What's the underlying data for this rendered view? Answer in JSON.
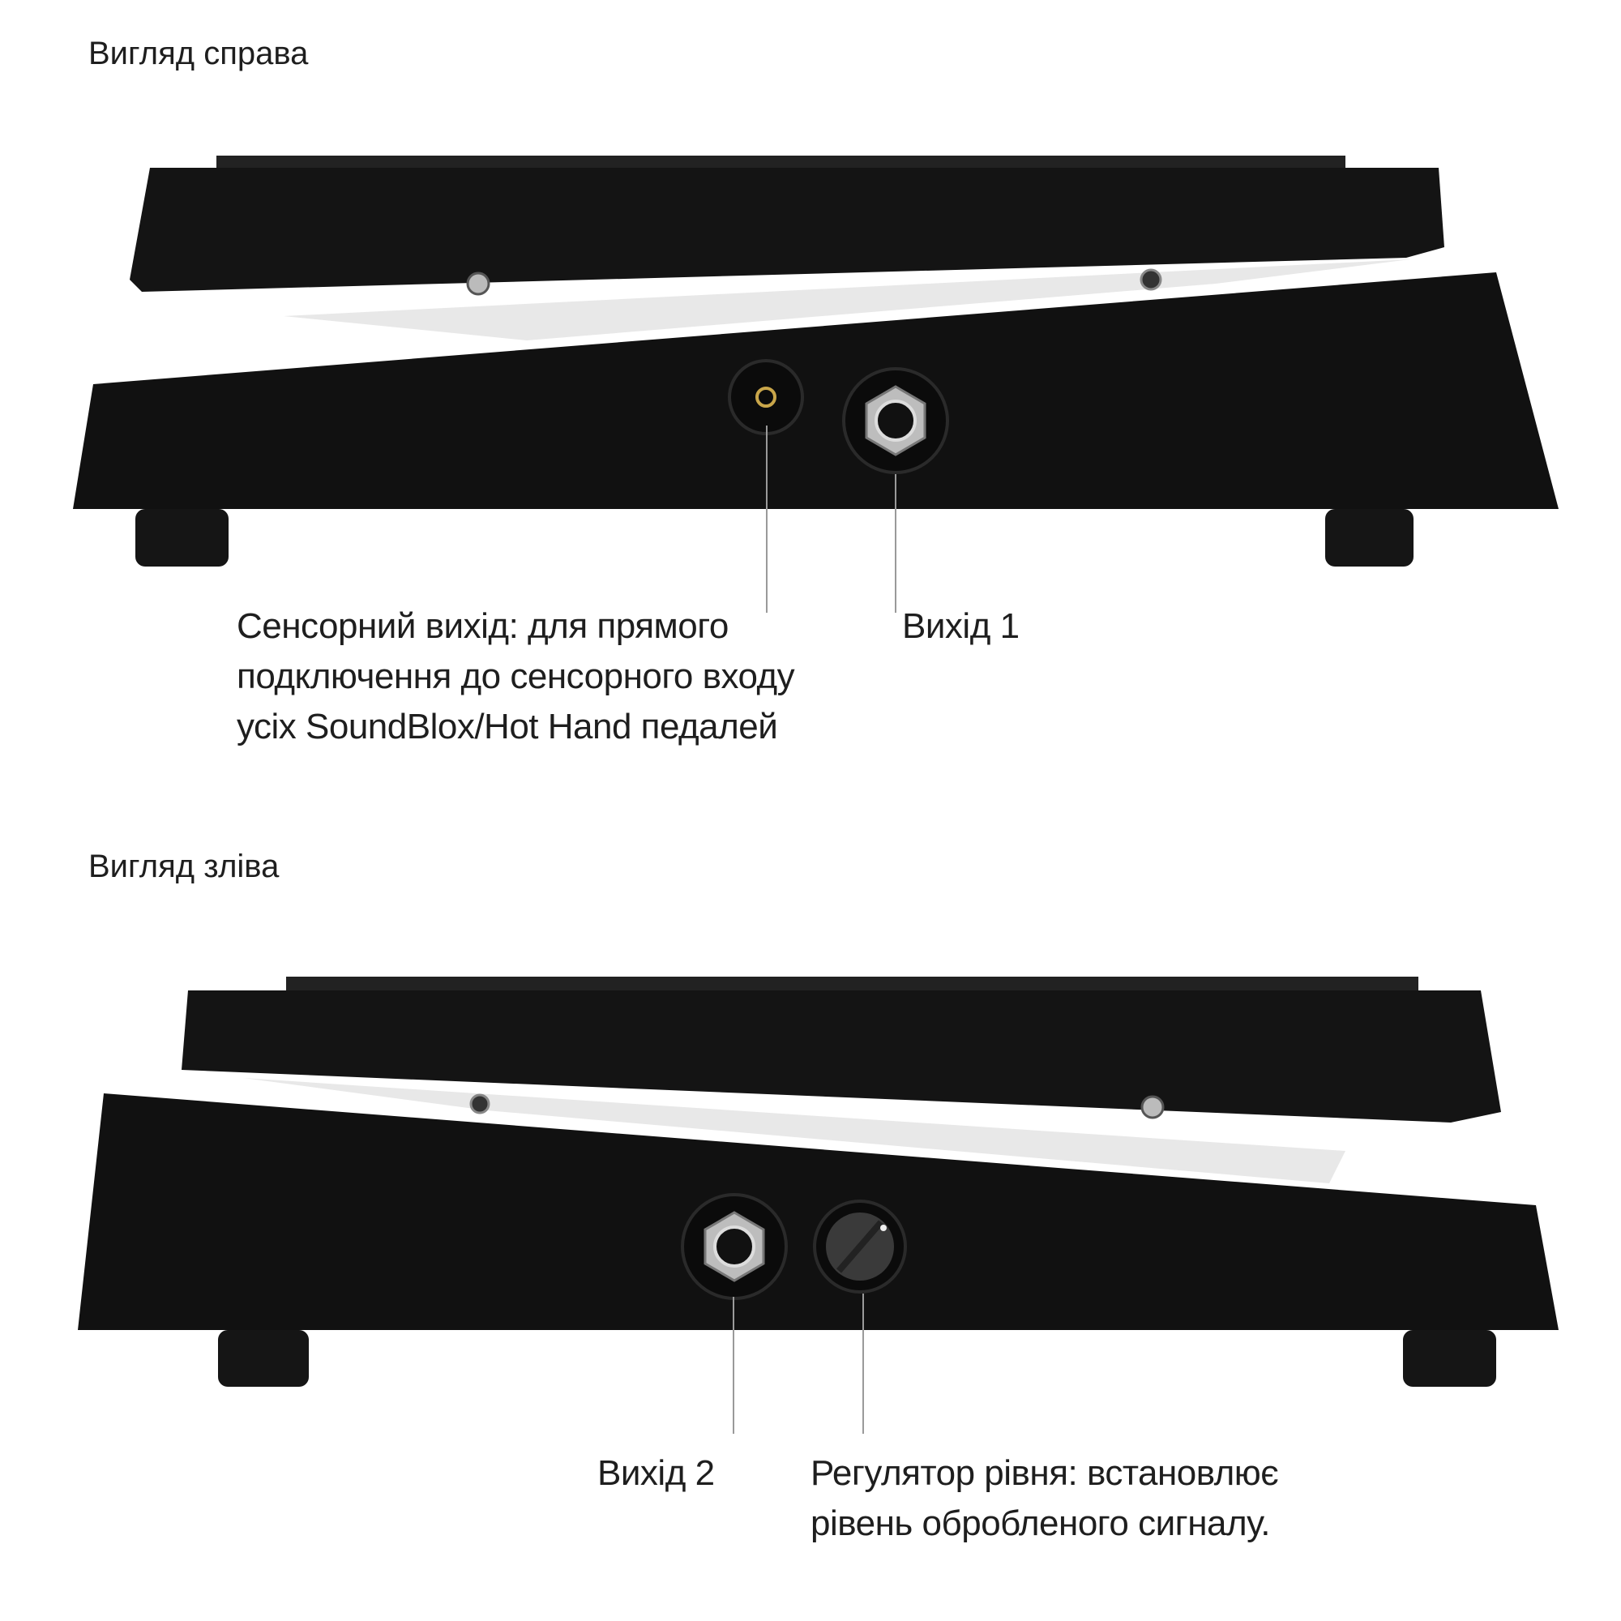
{
  "sections": [
    {
      "heading": "Вигляд справа",
      "callouts": [
        {
          "label_lines": [
            "Сенсорний вихід: для прямого",
            "подключення до сенсорного входу",
            "усіх SoundBlox/Hot Hand педалей"
          ],
          "icon": "mini-jack-icon"
        },
        {
          "label_lines": [
            "Вихід 1"
          ],
          "icon": "quarter-inch-jack-icon"
        }
      ]
    },
    {
      "heading": "Вигляд зліва",
      "callouts": [
        {
          "label_lines": [
            "Вихід 2"
          ],
          "icon": "quarter-inch-jack-icon"
        },
        {
          "label_lines": [
            "Регулятор рівня: встановлює",
            "рівень обробленого сигналу."
          ],
          "icon": "level-knob-icon"
        }
      ]
    }
  ],
  "colors": {
    "pedal": "#111111",
    "text": "#1e1e1e",
    "leader": "#9a9a9a"
  }
}
